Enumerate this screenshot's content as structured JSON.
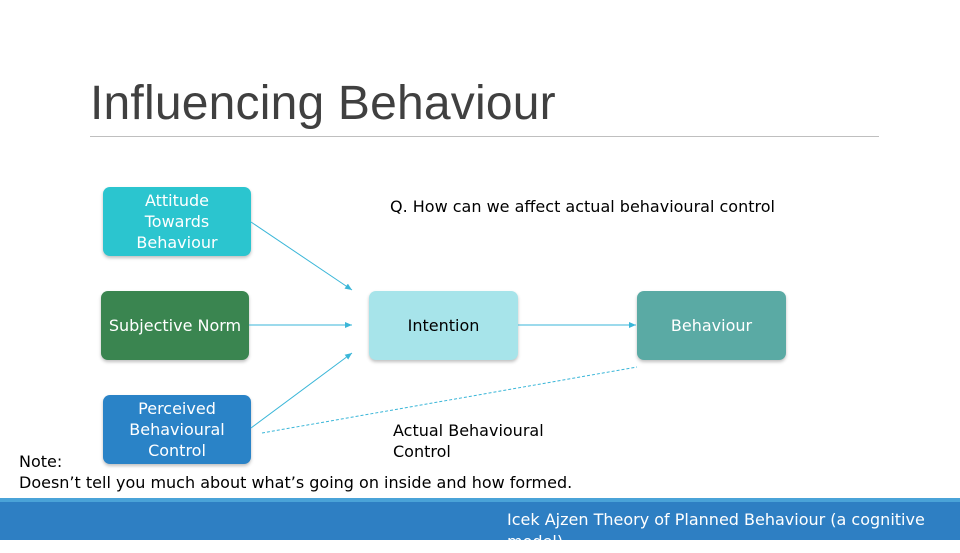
{
  "slide": {
    "title": "Influencing Behaviour",
    "question": "Q. How can we affect actual behavioural control",
    "note_label": "Note:",
    "note_text": "Doesn’t tell you much about what’s going on inside and how formed.",
    "footer": "Icek Ajzen Theory of Planned Behaviour (a cognitive model)"
  },
  "diagram": {
    "attitude": "Attitude Towards Behaviour",
    "subjective_norm": "Subjective Norm",
    "perceived_control": "Perceived Behavioural Control",
    "intention": "Intention",
    "behaviour": "Behaviour",
    "actual_control": "Actual Behavioural Control"
  },
  "colors": {
    "attitude": "#2bc5cf",
    "subjective_norm": "#3a8550",
    "perceived_control": "#2a83c7",
    "intention": "#a7e4ea",
    "behaviour": "#5aaaa4",
    "arrow": "#3ab6d8",
    "footer": "#2e7fc3"
  }
}
